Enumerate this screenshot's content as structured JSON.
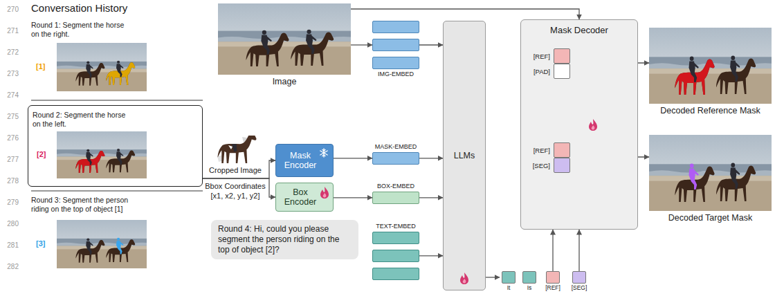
{
  "diagram": {
    "nodes": [
      {
        "text": [
          "Round 2: Segment the horse on the left.",
          "[2]"
        ]
      },
      {
        "text": [
          "Round 4: Hi, could you please segment the person riding on the top of object [2]?"
        ]
      },
      {
        "text": [
          "Image"
        ]
      },
      {
        "text": [
          "IMG-EMBED"
        ]
      },
      {
        "text": [
          "Mask Encoder"
        ]
      },
      {
        "text": [
          "Box Encoder"
        ]
      },
      {
        "text": [
          "MASK-EMBED"
        ]
      },
      {
        "text": [
          "BOX-EMBED"
        ]
      },
      {
        "text": [
          "TEXT-EMBED"
        ]
      },
      {
        "text": [
          "LLMs"
        ]
      },
      {
        "text": [
          "Mask Decoder"
        ]
      },
      {
        "text": [
          "[REF]"
        ],
        "in": 10
      },
      {
        "text": [
          "[PAD]"
        ],
        "in": 10
      },
      {
        "text": [
          "[REF]"
        ],
        "in": 10
      },
      {
        "text": [
          "[SEG]"
        ],
        "in": 10
      },
      {
        "text": [
          "It"
        ]
      },
      {
        "text": [
          "Is"
        ]
      },
      {
        "text": [
          "[REF]"
        ]
      },
      {
        "text": [
          "[SEG]"
        ]
      },
      {
        "text": [
          "Decoded Reference Mask"
        ]
      },
      {
        "text": [
          "Decoded Target Mask"
        ]
      }
    ],
    "edges": [
      {
        "from": 0,
        "to": 4,
        "arrow": "to"
      },
      {
        "from": 0,
        "to": 5,
        "arrow": "to"
      },
      {
        "from": 2,
        "to": 3,
        "arrow": "to"
      },
      {
        "from": 2,
        "to": 10,
        "arrow": "to"
      },
      {
        "from": 4,
        "to": 6,
        "arrow": "to"
      },
      {
        "from": 5,
        "to": 7,
        "arrow": "to"
      },
      {
        "from": 3,
        "to": 9,
        "arrow": "to"
      },
      {
        "from": 6,
        "to": 9,
        "arrow": "to"
      },
      {
        "from": 7,
        "to": 9,
        "arrow": "to"
      },
      {
        "from": 8,
        "to": 9,
        "arrow": "to"
      },
      {
        "from": 9,
        "to": 15,
        "arrow": "to"
      },
      {
        "from": 17,
        "to": 10,
        "arrow": "to"
      },
      {
        "from": 18,
        "to": 10,
        "arrow": "to"
      },
      {
        "from": 11,
        "to": 19,
        "arrow": "to"
      },
      {
        "from": 13,
        "to": 20,
        "arrow": "to"
      }
    ],
    "labels": [
      "270",
      "271",
      "272",
      "273",
      "274",
      "275",
      "276",
      "277",
      "278",
      "279",
      "280",
      "281",
      "282",
      "Conversation History",
      "Round 1: Segment the horse on the right.",
      "[1]",
      "Round 3: Segment the person riding on the top of object [1]",
      "[3]",
      "Cropped Image",
      "Bbox Coordinates",
      "[x1, x2, y1, y2]"
    ]
  }
}
